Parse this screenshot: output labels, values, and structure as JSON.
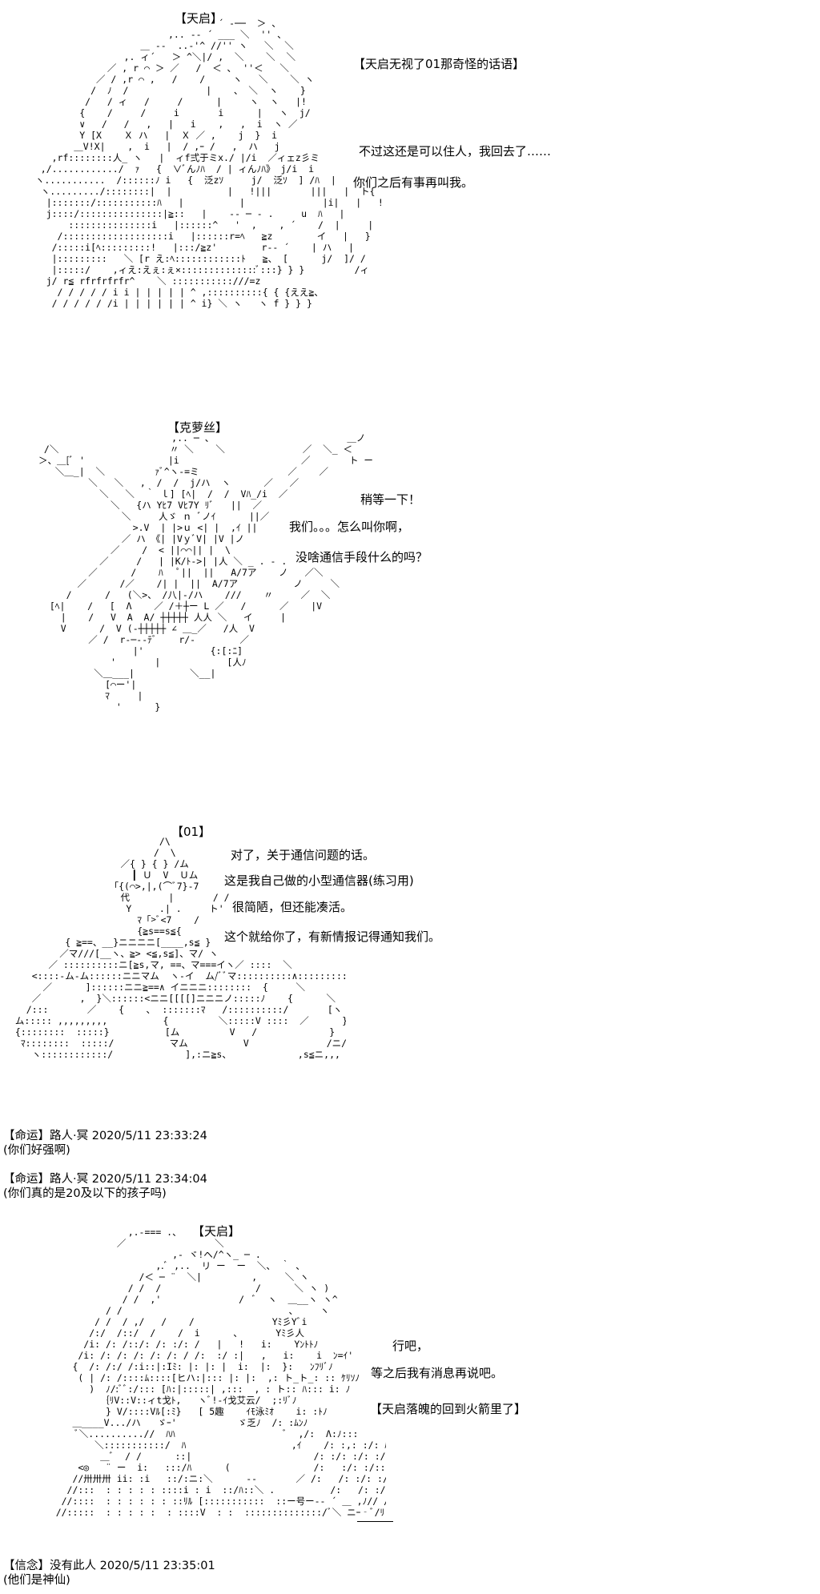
{
  "scene1": {
    "speaker": "【天启】",
    "lines": [
      "【天启无视了01那奇怪的话语】",
      "不过这还是可以住人，我回去了……",
      "你们之后有事再叫我。"
    ]
  },
  "scene2": {
    "speaker": "【克萝丝】",
    "lines": [
      "稍等一下！",
      "我们。。。怎么叫你啊，",
      "没啥通信手段什么的吗？"
    ]
  },
  "scene3": {
    "speaker": "【01】",
    "lines": [
      "对了，关于通信问题的话。",
      "这是我自己做的小型通信器(练习用)",
      "很简陋，但还能凑活。",
      "这个就给你了，有新情报记得通知我们。"
    ]
  },
  "comments": [
    {
      "meta": "【命运】路人·冥 2020/5/11 23:33:24",
      "body": "(你们好强啊)"
    },
    {
      "meta": "【命运】路人·冥 2020/5/11 23:34:04",
      "body": "(你们真的是20及以下的孩子吗)"
    }
  ],
  "scene4": {
    "speaker": "【天启】",
    "lines": [
      "行吧，",
      "等之后我有消息再说吧。",
      "【天启落魄的回到火箭里了】"
    ]
  },
  "comment_last": {
    "meta": "【信念】没有此人 2020/5/11 23:35:01",
    "body": "(他们是神仙)"
  }
}
